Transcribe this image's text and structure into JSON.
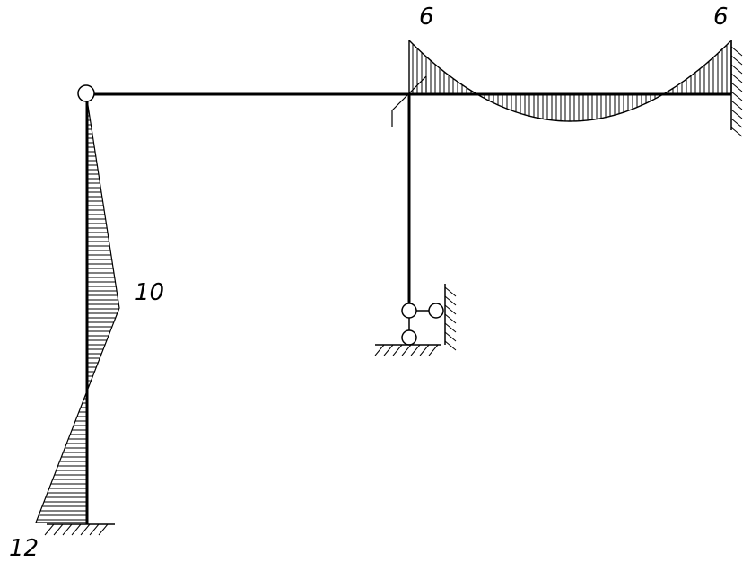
{
  "labels": {
    "top_middle": "6",
    "top_right": "6",
    "left_mid": "10",
    "bottom_left": "12"
  }
}
